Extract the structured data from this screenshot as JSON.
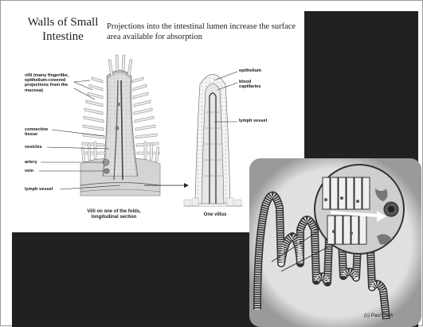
{
  "slide": {
    "title": "Walls of Small Intestine",
    "subtitle": "Projections into the intestinal lumen increase the surface area available for absorption"
  },
  "left_figure": {
    "labels": {
      "villi": "villi (many fingerlike, epithelium-covered projections from the mucosa)",
      "connective_tissue": "connective tissue",
      "vesicles": "vesicles",
      "artery": "artery",
      "vein": "vein",
      "lymph_vessel": "lymph vessel"
    },
    "caption": "Villi on one of the folds, longitudinal section"
  },
  "right_figure": {
    "labels": {
      "epithelium": "epithelium",
      "blood_capillaries": "blood capillaries",
      "lymph_vessel": "lymph vessel"
    },
    "caption": "One villus"
  },
  "inset": {
    "credit": "(c) Paul Clark"
  },
  "colors": {
    "background": "#ffffff",
    "dark_panel": "#212121",
    "inset_glow": "#d8d8d8"
  }
}
